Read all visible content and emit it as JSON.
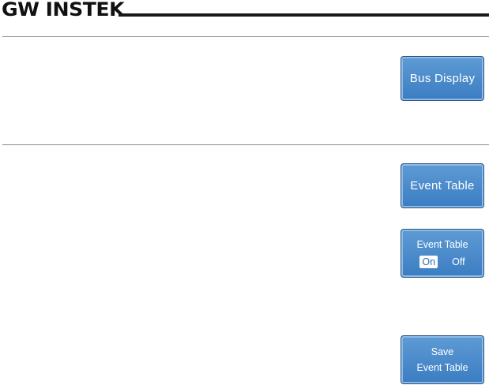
{
  "header": {
    "logo_text": "GW INSTEK"
  },
  "softkeys": {
    "bus_display": "Bus Display",
    "event_table": "Event Table",
    "event_table_toggle": {
      "label": "Event Table",
      "on": "On",
      "off": "Off",
      "selected": "On"
    },
    "save_event_table": {
      "line1": "Save",
      "line2": "Event Table"
    }
  }
}
